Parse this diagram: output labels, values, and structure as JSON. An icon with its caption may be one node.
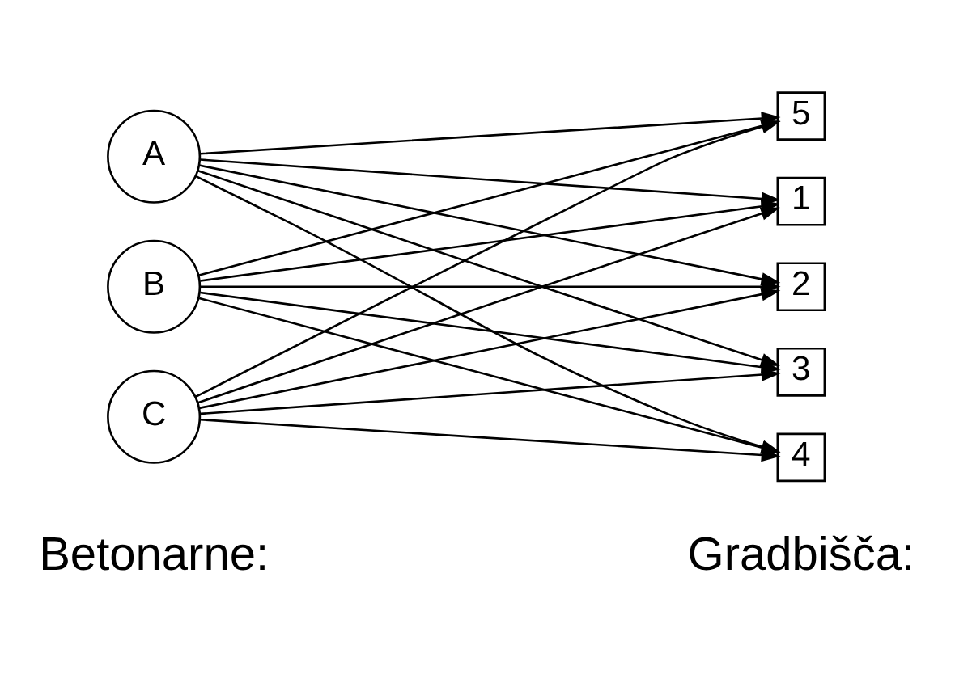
{
  "diagram": {
    "nodes": [
      {
        "text": [
          "A"
        ]
      },
      {
        "text": [
          "B"
        ]
      },
      {
        "text": [
          "C"
        ]
      },
      {
        "text": [
          "1"
        ]
      },
      {
        "text": [
          "2"
        ]
      },
      {
        "text": [
          "3"
        ]
      },
      {
        "text": [
          "4"
        ]
      },
      {
        "text": [
          "5"
        ]
      }
    ],
    "edges": [
      {
        "from": 0,
        "to": 3,
        "arrow": "to"
      },
      {
        "from": 0,
        "to": 4,
        "arrow": "to"
      },
      {
        "from": 0,
        "to": 5,
        "arrow": "to"
      },
      {
        "from": 0,
        "to": 6,
        "arrow": "to"
      },
      {
        "from": 0,
        "to": 7,
        "arrow": "to"
      },
      {
        "from": 1,
        "to": 3,
        "arrow": "to"
      },
      {
        "from": 1,
        "to": 4,
        "arrow": "to"
      },
      {
        "from": 1,
        "to": 5,
        "arrow": "to"
      },
      {
        "from": 1,
        "to": 6,
        "arrow": "to"
      },
      {
        "from": 1,
        "to": 7,
        "arrow": "to"
      },
      {
        "from": 2,
        "to": 3,
        "arrow": "to"
      },
      {
        "from": 2,
        "to": 4,
        "arrow": "to"
      },
      {
        "from": 2,
        "to": 5,
        "arrow": "to"
      },
      {
        "from": 2,
        "to": 6,
        "arrow": "to"
      },
      {
        "from": 2,
        "to": 7,
        "arrow": "to"
      }
    ],
    "labels": [
      "Gradbišča:",
      "Betonarne:"
    ]
  }
}
